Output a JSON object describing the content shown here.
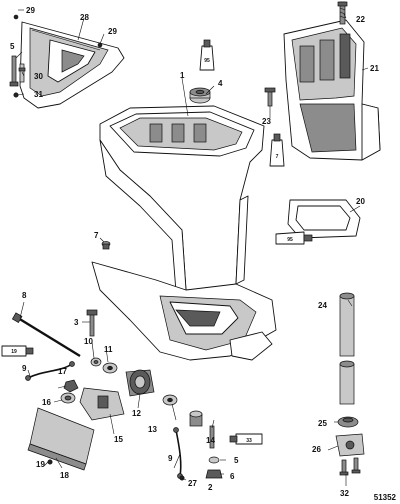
{
  "diagram": {
    "reference_number": "51352",
    "callouts": [
      {
        "id": "c1",
        "label": "1"
      },
      {
        "id": "c2",
        "label": "2"
      },
      {
        "id": "c3",
        "label": "3"
      },
      {
        "id": "c4",
        "label": "4"
      },
      {
        "id": "c5a",
        "label": "5"
      },
      {
        "id": "c5b",
        "label": "5"
      },
      {
        "id": "c6",
        "label": "6"
      },
      {
        "id": "c7",
        "label": "7"
      },
      {
        "id": "c8",
        "label": "8"
      },
      {
        "id": "c9a",
        "label": "9"
      },
      {
        "id": "c9b",
        "label": "9"
      },
      {
        "id": "c10",
        "label": "10"
      },
      {
        "id": "c11",
        "label": "11"
      },
      {
        "id": "c12",
        "label": "12"
      },
      {
        "id": "c13",
        "label": "13"
      },
      {
        "id": "c14",
        "label": "14"
      },
      {
        "id": "c15",
        "label": "15"
      },
      {
        "id": "c16",
        "label": "16"
      },
      {
        "id": "c17",
        "label": "17"
      },
      {
        "id": "c18",
        "label": "18"
      },
      {
        "id": "c19",
        "label": "19"
      },
      {
        "id": "c20",
        "label": "20"
      },
      {
        "id": "c21",
        "label": "21"
      },
      {
        "id": "c22",
        "label": "22"
      },
      {
        "id": "c23",
        "label": "23"
      },
      {
        "id": "c24",
        "label": "24"
      },
      {
        "id": "c25",
        "label": "25"
      },
      {
        "id": "c26",
        "label": "26"
      },
      {
        "id": "c27",
        "label": "27"
      },
      {
        "id": "c28",
        "label": "28"
      },
      {
        "id": "c29a",
        "label": "29"
      },
      {
        "id": "c29b",
        "label": "29"
      },
      {
        "id": "c30",
        "label": "30"
      },
      {
        "id": "c31",
        "label": "31"
      },
      {
        "id": "c32",
        "label": "32"
      }
    ],
    "sealant_tubes": [
      {
        "id": "t95a",
        "label": "95"
      },
      {
        "id": "t7",
        "label": "7"
      },
      {
        "id": "t95b",
        "label": "95"
      },
      {
        "id": "t19",
        "label": "19"
      },
      {
        "id": "t33",
        "label": "33"
      }
    ]
  }
}
